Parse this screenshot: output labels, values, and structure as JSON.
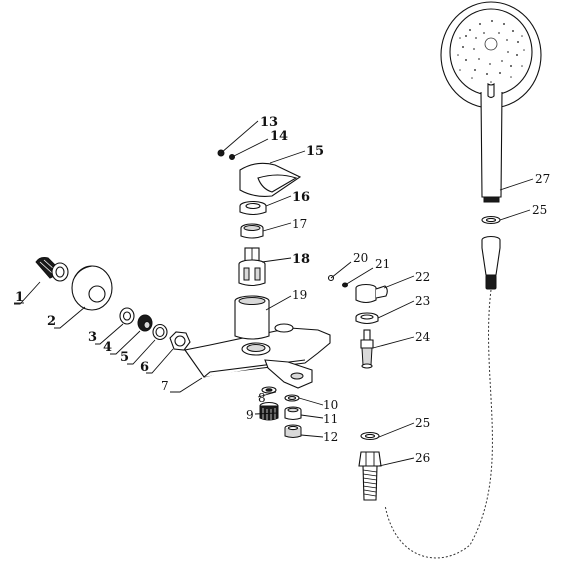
{
  "labels": {
    "p1": "1",
    "p2": "2",
    "p3": "3",
    "p4": "4",
    "p5": "5",
    "p6": "6",
    "p7": "7",
    "p8": "8",
    "p9": "9",
    "p10": "10",
    "p11": "11",
    "p12": "12",
    "p13": "13",
    "p14": "14",
    "p15": "15",
    "p16": "16",
    "p17": "17",
    "p18": "18",
    "p19": "19",
    "p20": "20",
    "p21": "21",
    "p22": "22",
    "p23": "23",
    "p24": "24",
    "p25a": "25",
    "p25b": "25",
    "p26": "26",
    "p27": "27"
  }
}
